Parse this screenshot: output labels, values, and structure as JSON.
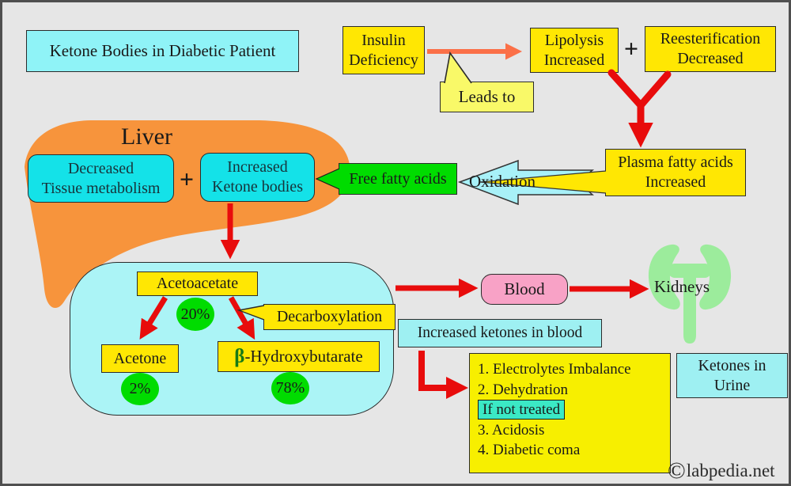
{
  "title": "Ketone Bodies in Diabetic Patient",
  "top_flow": {
    "insulin": "Insulin\nDeficiency",
    "leads_to": "Leads to",
    "lipolysis": "Lipolysis\nIncreased",
    "plus": "+",
    "reesterification": "Reesterification\nDecreased",
    "plasma": "Plasma fatty acids\nIncreased",
    "oxidation": "Oxidation",
    "free_fatty_acids": "Free fatty acids"
  },
  "liver": {
    "label": "Liver",
    "decreased": "Decreased\nTissue metabolism",
    "plus": "+",
    "increased": "Increased\nKetone bodies"
  },
  "ketone_panel": {
    "acetoacetate": "Acetoacetate",
    "pct20": "20%",
    "decarboxylation": "Decarboxylation",
    "acetone": "Acetone",
    "pct2": "2%",
    "bhb_beta": "β",
    "bhb_rest": "-Hydroxybutarate",
    "pct78": "78%"
  },
  "right_flow": {
    "blood": "Blood",
    "kidneys": "Kidneys",
    "increased_ketones": "Increased ketones in blood",
    "ketones_urine": "Ketones in\nUrine"
  },
  "complications": {
    "items": [
      "1. Electrolytes Imbalance",
      "2. Dehydration",
      "3. Acidosis",
      "4. Diabetic coma"
    ],
    "if_not_treated": "If not treated"
  },
  "footer": {
    "copyright_symbol": "©",
    "credit": "labpedia.net"
  },
  "colors": {
    "background": "#E6E6E6",
    "yellow_box": "#FFE703",
    "light_yellow": "#F9F968",
    "cyan_title": "#8FF3F7",
    "cyan_bright": "#14E2E8",
    "cyan_pale": "#ABF4F6",
    "turquoise_badge": "#3BE9C5",
    "green": "#00DC00",
    "kidney_green": "#9CEC9C",
    "pink": "#F8A2C6",
    "liver_orange": "#F7943C",
    "arrow_red": "#E80C0C",
    "arrow_orange": "#FB7048"
  }
}
